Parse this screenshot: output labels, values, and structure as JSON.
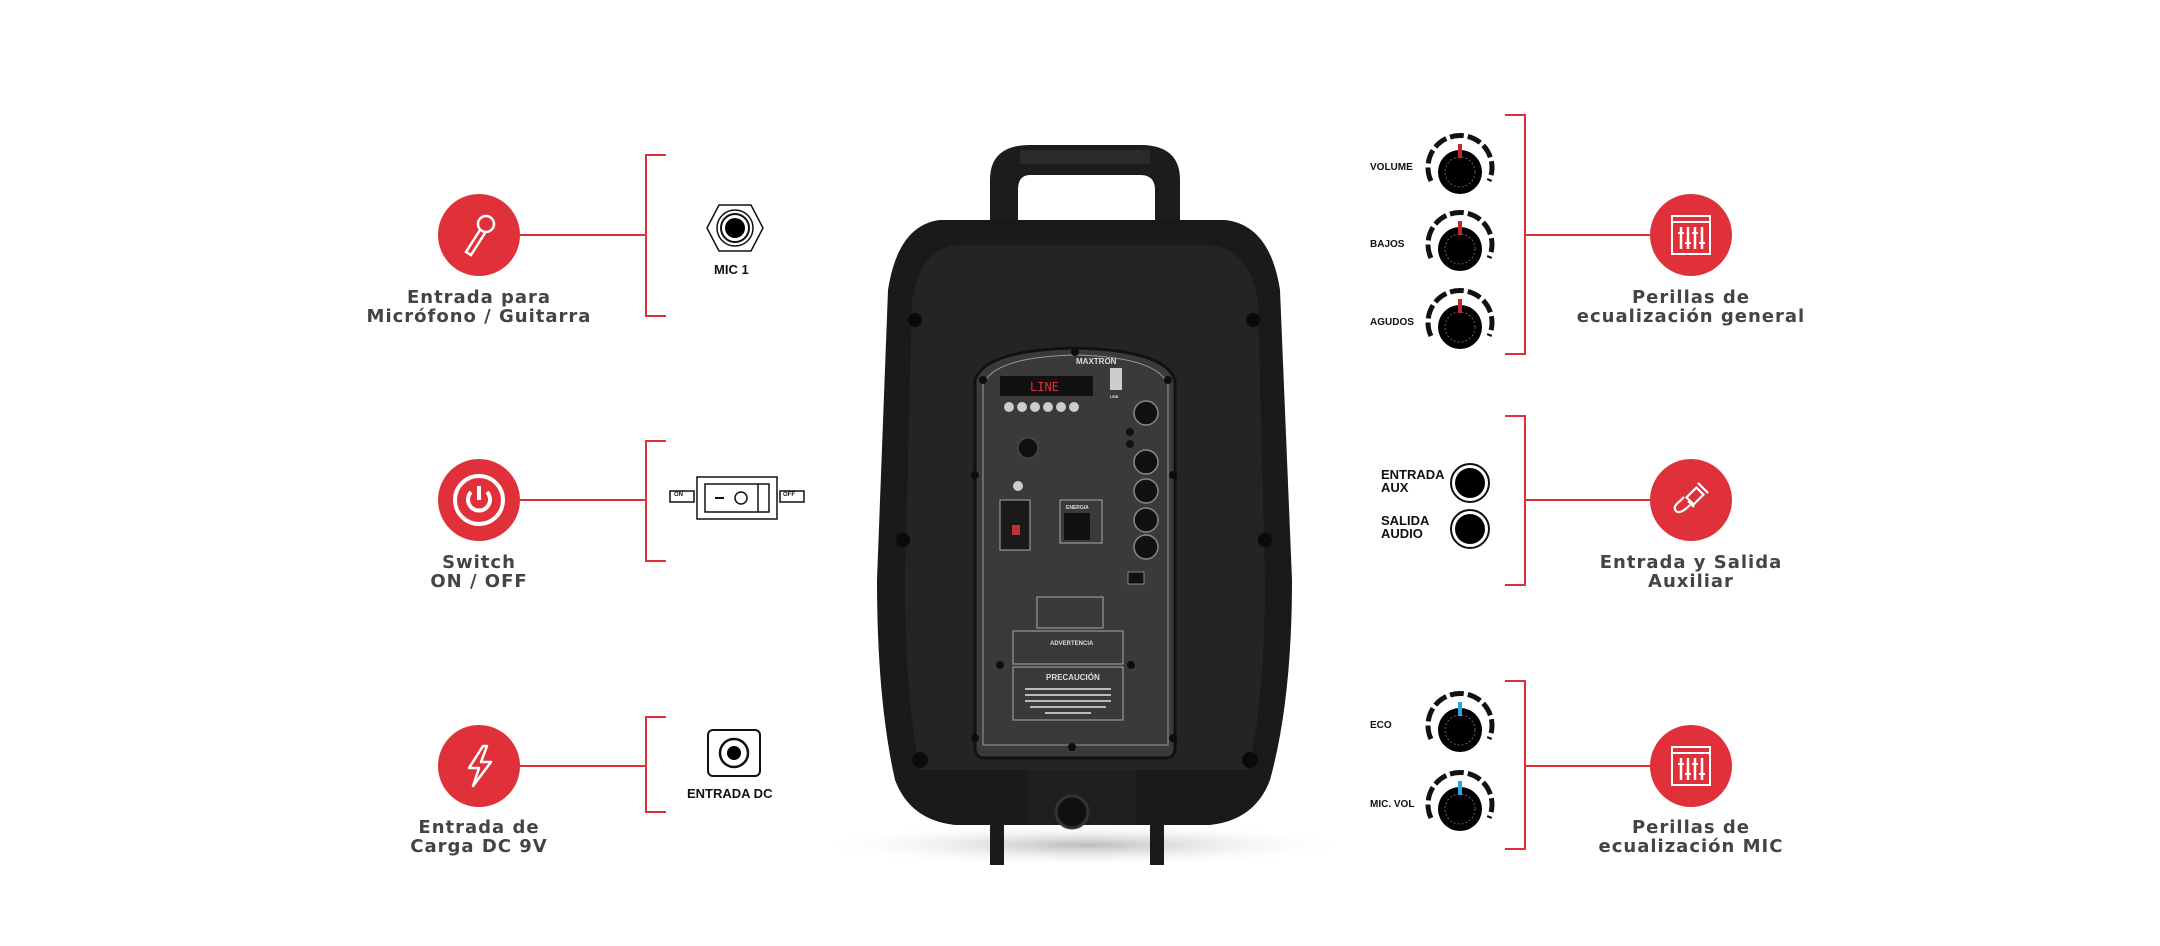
{
  "colors": {
    "accent": "#e0313a",
    "knob_indicator_general": "#c0282d",
    "knob_indicator_mic": "#29a8e0"
  },
  "left_features": [
    {
      "icon": "microphone-icon",
      "label_line1": "Entrada para",
      "label_line2": "Micrófono / Guitarra",
      "component_label": "MIC 1"
    },
    {
      "icon": "power-icon",
      "label_line1": "Switch",
      "label_line2": "ON / OFF",
      "switch_on": "ON",
      "switch_off": "OFF"
    },
    {
      "icon": "lightning-icon",
      "label_line1": "Entrada de",
      "label_line2": "Carga DC 9V",
      "component_label": "ENTRADA DC"
    }
  ],
  "right_features": [
    {
      "icon": "equalizer-icon",
      "label_line1": "Perillas de",
      "label_line2": "ecualización general",
      "knobs": [
        "VOLUME",
        "BAJOS",
        "AGUDOS"
      ]
    },
    {
      "icon": "audio-cable-icon",
      "label_line1": "Entrada y Salida",
      "label_line2": "Auxiliar",
      "jacks": [
        {
          "l1": "ENTRADA",
          "l2": "AUX"
        },
        {
          "l1": "SALIDA",
          "l2": "AUDIO"
        }
      ]
    },
    {
      "icon": "equalizer-icon",
      "label_line1": "Perillas de",
      "label_line2": "ecualización MIC",
      "knobs": [
        "ECO",
        "MIC. VOL"
      ]
    }
  ],
  "speaker": {
    "brand": "MAXTRON",
    "display": "LINE",
    "warning_title": "ADVERTENCIA",
    "caution_title": "PRECAUCIÓN",
    "energy_label": "ENERGIA",
    "on": "ON",
    "off": "OFF",
    "usb": "USB"
  }
}
